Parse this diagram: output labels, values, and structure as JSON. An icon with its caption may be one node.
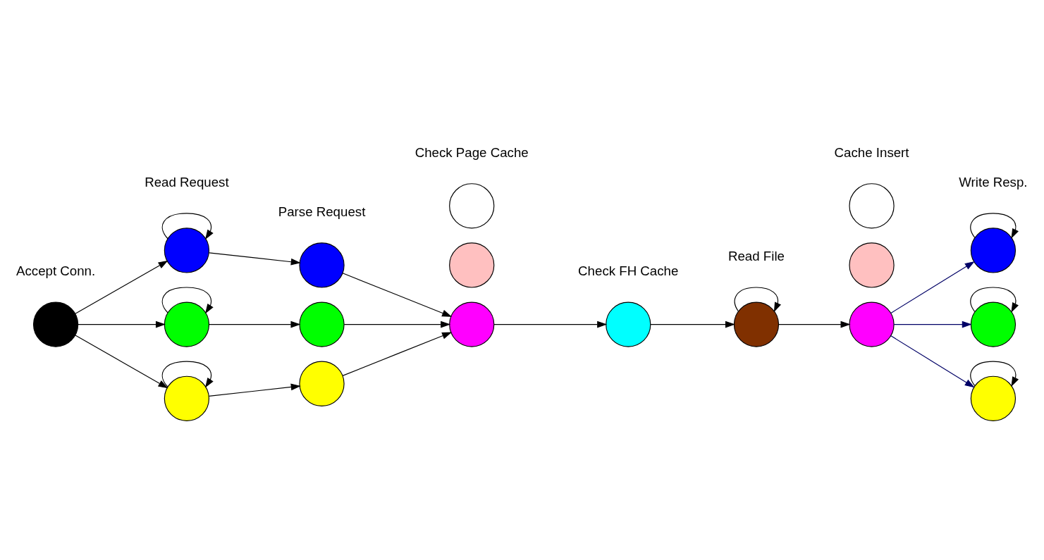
{
  "diagram": {
    "nodes": [
      {
        "text": [],
        "shape": "circle"
      },
      {
        "text": [],
        "shape": "circle"
      },
      {
        "text": [],
        "shape": "circle"
      },
      {
        "text": [],
        "shape": "circle"
      },
      {
        "text": [],
        "shape": "circle"
      },
      {
        "text": [],
        "shape": "circle"
      },
      {
        "text": [],
        "shape": "circle"
      },
      {
        "text": [],
        "shape": "circle"
      },
      {
        "text": [],
        "shape": "circle"
      },
      {
        "text": [],
        "shape": "circle"
      },
      {
        "text": [],
        "shape": "circle"
      },
      {
        "text": [],
        "shape": "circle"
      },
      {
        "text": [],
        "shape": "circle"
      },
      {
        "text": [],
        "shape": "circle"
      },
      {
        "text": [],
        "shape": "circle"
      },
      {
        "text": [],
        "shape": "circle"
      },
      {
        "text": [],
        "shape": "circle"
      },
      {
        "text": [],
        "shape": "circle"
      }
    ],
    "edges": [
      {
        "from": 0,
        "to": 1,
        "arrow": "to"
      },
      {
        "from": 0,
        "to": 2,
        "arrow": "to"
      },
      {
        "from": 0,
        "to": 3,
        "arrow": "to"
      },
      {
        "from": 1,
        "to": 1,
        "arrow": "to"
      },
      {
        "from": 2,
        "to": 2,
        "arrow": "to"
      },
      {
        "from": 3,
        "to": 3,
        "arrow": "to"
      },
      {
        "from": 1,
        "to": 4,
        "arrow": "to"
      },
      {
        "from": 2,
        "to": 5,
        "arrow": "to"
      },
      {
        "from": 3,
        "to": 6,
        "arrow": "to"
      },
      {
        "from": 4,
        "to": 9,
        "arrow": "to"
      },
      {
        "from": 5,
        "to": 9,
        "arrow": "to"
      },
      {
        "from": 6,
        "to": 9,
        "arrow": "to"
      },
      {
        "from": 9,
        "to": 10,
        "arrow": "to"
      },
      {
        "from": 10,
        "to": 11,
        "arrow": "to"
      },
      {
        "from": 11,
        "to": 11,
        "arrow": "to"
      },
      {
        "from": 11,
        "to": 14,
        "arrow": "to"
      },
      {
        "from": 14,
        "to": 15,
        "arrow": "to",
        "color": "#000066"
      },
      {
        "from": 14,
        "to": 16,
        "arrow": "to",
        "color": "#000066"
      },
      {
        "from": 14,
        "to": 17,
        "arrow": "to",
        "color": "#000066"
      },
      {
        "from": 15,
        "to": 15,
        "arrow": "to"
      },
      {
        "from": 16,
        "to": 16,
        "arrow": "to"
      },
      {
        "from": 17,
        "to": 17,
        "arrow": "to"
      }
    ],
    "labels": [
      "Accept Conn.",
      "Read Request",
      "Parse Request",
      "Check Page Cache",
      "Check FH Cache",
      "Read File",
      "Cache Insert",
      "Write Resp."
    ]
  }
}
